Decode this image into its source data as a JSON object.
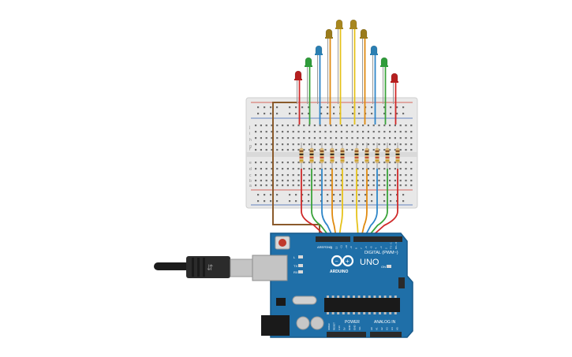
{
  "colors": {
    "background": "#ffffff",
    "breadboard": "#e8e8e8",
    "rail_red": "#d13b2e",
    "rail_blue": "#3a62b5",
    "board": "#1f6fa8",
    "board_edge": "#17598a",
    "header": "#2a2a2a",
    "usb_metal": "#c4c4c4",
    "led_colors": [
      "#b51f1f",
      "#2f9c3a",
      "#2b7fb3",
      "#9a7b1c",
      "#a8871f",
      "#a8871f",
      "#9a7b1c",
      "#2b7fb3",
      "#2f9c3a",
      "#b51f1f"
    ],
    "wire_colors": [
      "#d02a2a",
      "#3aa33a",
      "#2e86c8",
      "#e08a10",
      "#e6c21a",
      "#e6c21a",
      "#e08a10",
      "#2e86c8",
      "#3aa33a",
      "#d02a2a"
    ],
    "ground_wire": "#8a5a2b"
  },
  "board": {
    "brand_text": "ARDUINO",
    "model_text": "UNO",
    "digital_label": "DIGITAL (PWM~)",
    "power_label": "POWER",
    "analog_label": "ANALOG IN",
    "tx_label": "TX",
    "rx_label": "RX",
    "l_label": "L",
    "on_label": "ON",
    "aref_label": "AREF",
    "gnd_label": "GND",
    "power_pins": [
      "IOREF",
      "RESET",
      "3.3V",
      "5V",
      "GND",
      "GND",
      "Vin"
    ],
    "analog_pins": [
      "A0",
      "A1",
      "A2",
      "A3",
      "A4",
      "A5"
    ],
    "digital_pins": [
      "13",
      "12",
      "~11",
      "~10",
      "~9",
      "8",
      "7",
      "~6",
      "~5",
      "4",
      "~3",
      "2",
      "TX→1",
      "RX←0"
    ]
  },
  "breadboard": {
    "row_letters_top": [
      "j",
      "i",
      "h",
      "g",
      "f"
    ],
    "row_letters_bottom": [
      "e",
      "d",
      "c",
      "b",
      "a"
    ]
  },
  "leds": {
    "count": 10
  }
}
